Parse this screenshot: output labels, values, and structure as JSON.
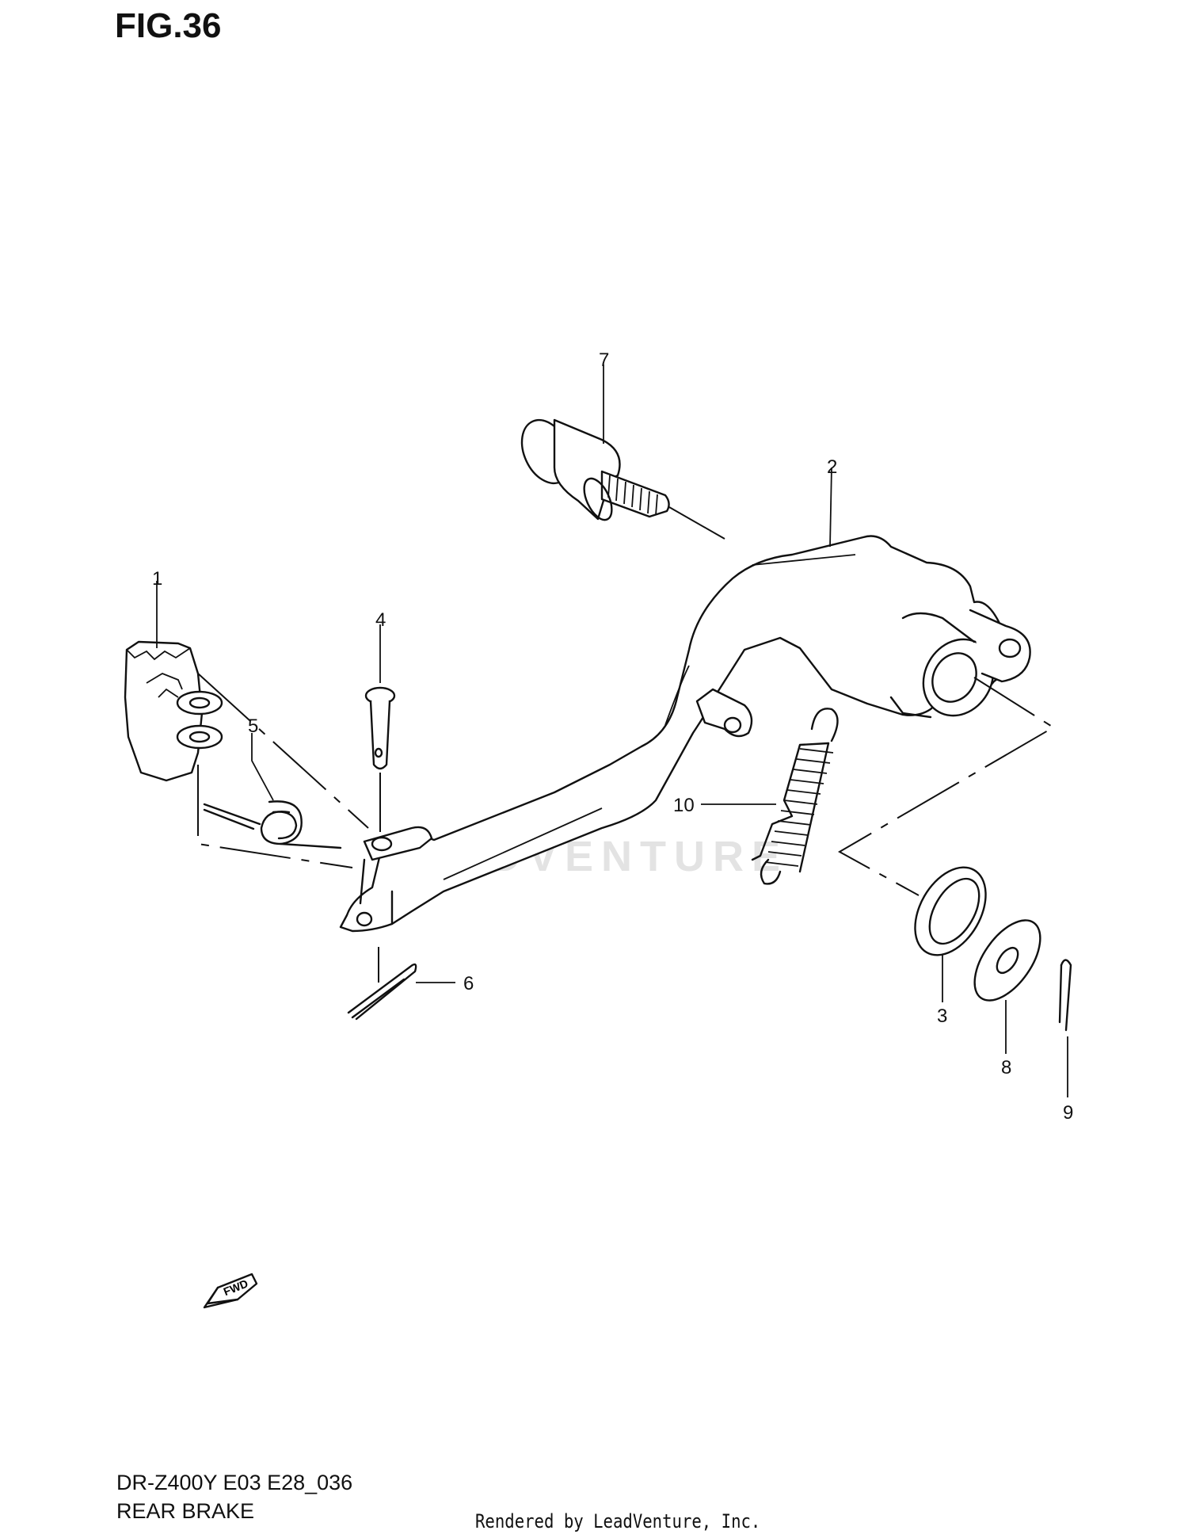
{
  "figure": {
    "title": "FIG.36"
  },
  "callouts": [
    {
      "number": "1",
      "part_icon": "brake-caliper-bracket-icon"
    },
    {
      "number": "2",
      "part_icon": "brake-pedal-icon"
    },
    {
      "number": "3",
      "part_icon": "oil-seal-icon"
    },
    {
      "number": "4",
      "part_icon": "pin-icon"
    },
    {
      "number": "5",
      "part_icon": "torsion-spring-icon"
    },
    {
      "number": "6",
      "part_icon": "cotter-pin-icon"
    },
    {
      "number": "7",
      "part_icon": "pivot-bolt-icon"
    },
    {
      "number": "8",
      "part_icon": "washer-icon"
    },
    {
      "number": "9",
      "part_icon": "cotter-pin-icon"
    },
    {
      "number": "10",
      "part_icon": "return-spring-icon"
    }
  ],
  "fwd_badge": {
    "text": "FWD",
    "icon": "fwd-arrow-icon"
  },
  "footer": {
    "model_code": "DR-Z400Y E03 E28_036",
    "section_name": "REAR BRAKE",
    "credit": "Rendered by LeadVenture, Inc."
  },
  "watermark": {
    "text": "LEADVENTURE",
    "color": "#e3e3e3"
  },
  "colors": {
    "line": "#111111",
    "background": "#ffffff"
  }
}
